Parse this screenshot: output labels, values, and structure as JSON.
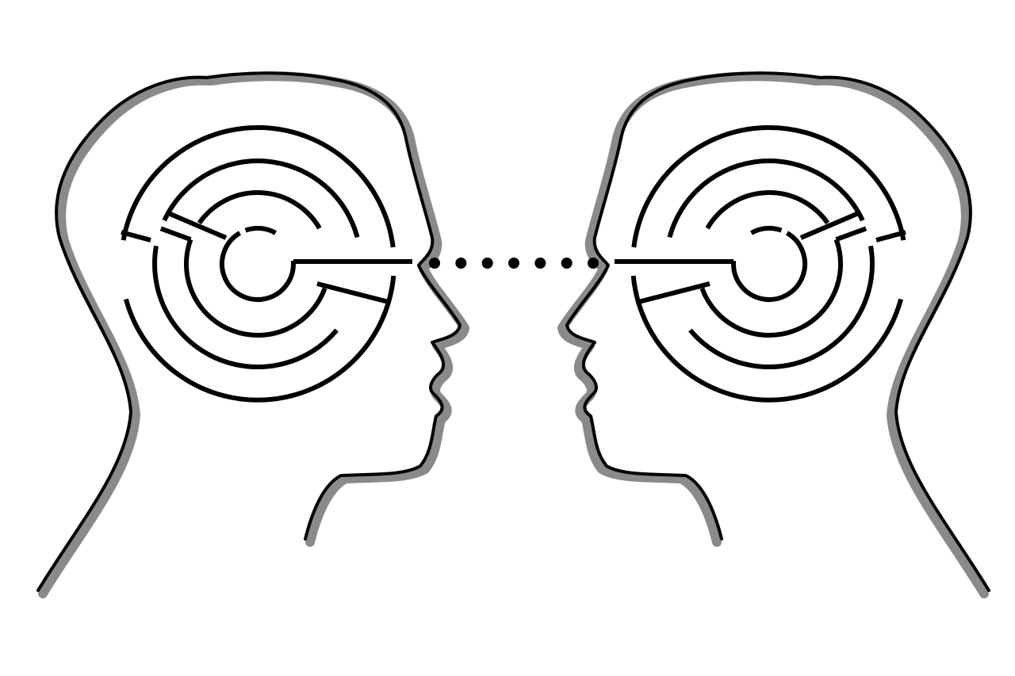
{
  "colors": {
    "background": "#ffffff",
    "line": "#000000",
    "shadow": "#8a8a8a"
  },
  "figures": [
    {
      "name": "left-head",
      "facing": "right",
      "brain": "labyrinth"
    },
    {
      "name": "right-head",
      "facing": "left",
      "brain": "labyrinth"
    }
  ],
  "connector": {
    "style": "dotted",
    "dot_count": 7
  }
}
